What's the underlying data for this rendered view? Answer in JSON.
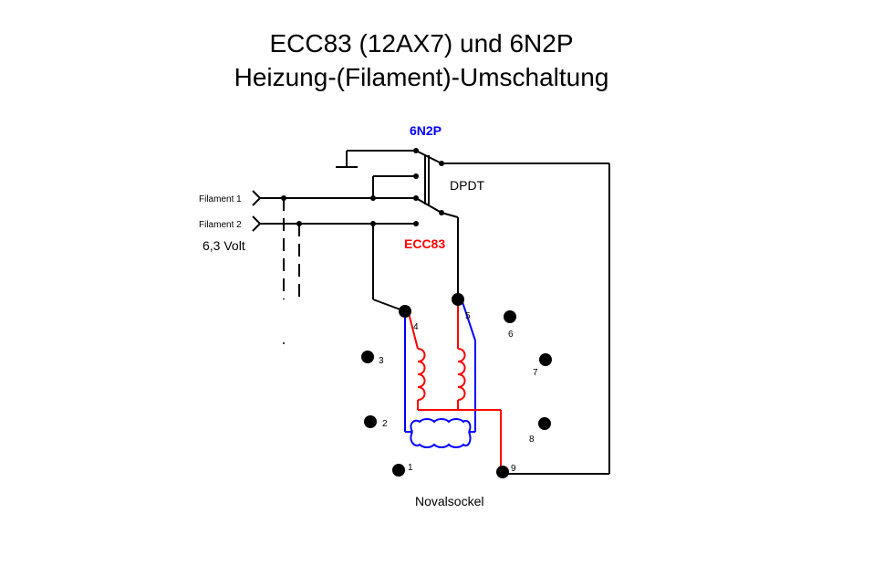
{
  "title": {
    "line1": "ECC83 (12AX7) und 6N2P",
    "line2": "Heizung-(Filament)-Umschaltung"
  },
  "labels": {
    "six_n2p": "6N2P",
    "dpdt": "DPDT",
    "ecc83": "ECC83",
    "filament1": "Filament 1",
    "filament2": "Filament 2",
    "voltage": "6,3 Volt",
    "socket": "Novalsockel"
  },
  "pins": [
    "1",
    "2",
    "3",
    "4",
    "5",
    "6",
    "7",
    "8",
    "9"
  ],
  "colors": {
    "wire": "#000000",
    "six_n2p": "#0000ff",
    "ecc83": "#ff0000"
  }
}
